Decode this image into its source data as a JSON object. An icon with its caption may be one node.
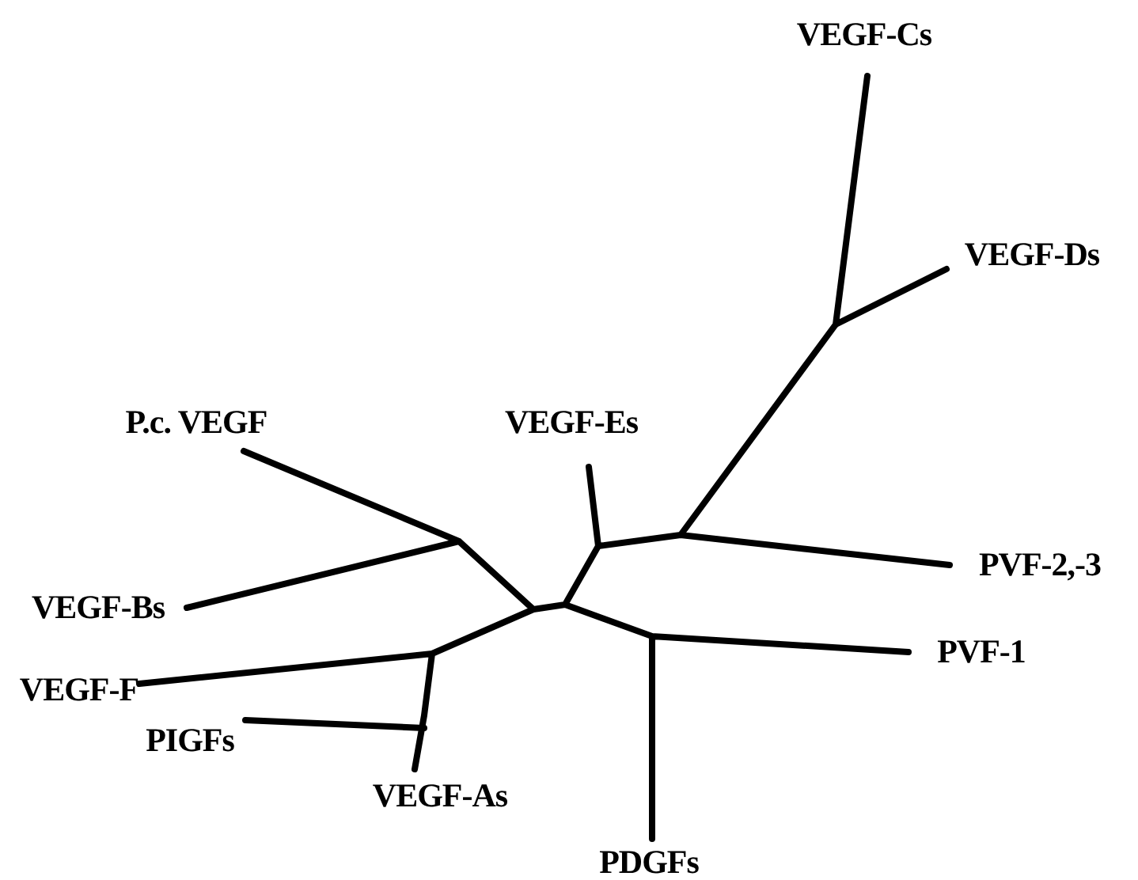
{
  "diagram": {
    "labels": [
      "VEGF-Cs",
      "VEGF-Ds",
      "P.c. VEGF",
      "VEGF-Es",
      "PVF-2,-3",
      "VEGF-Bs",
      "PVF-1",
      "VEGF-F",
      "PIGFs",
      "VEGF-As",
      "PDGFs"
    ]
  }
}
